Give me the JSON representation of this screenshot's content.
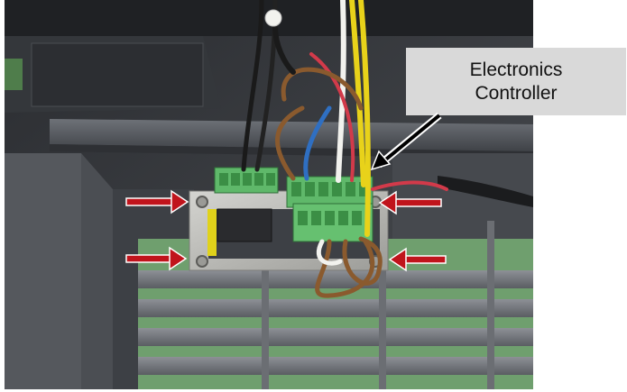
{
  "callout": {
    "line1": "Electronics",
    "line2": "Controller"
  },
  "arrows": {
    "callout_arrow_color": "#000000",
    "mounting_arrow_color": "#c0141c",
    "mounting_arrow_outline": "#ffffff",
    "mounting_arrow_count": 4
  },
  "colors": {
    "housing": "#3a3c40",
    "terminal_block": "#5fb86a",
    "mounting_plate": "#b8b8b4",
    "vent_green": "#6f9f6e"
  }
}
